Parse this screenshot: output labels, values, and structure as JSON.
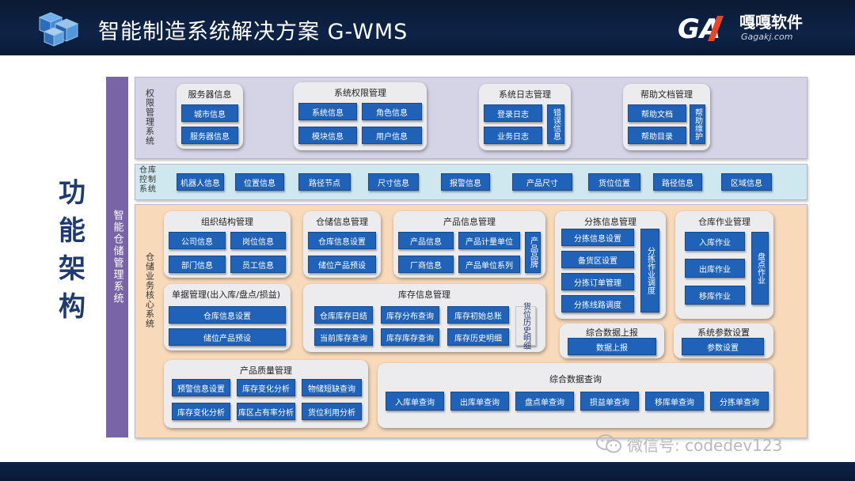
{
  "header": {
    "title": "智能制造系统解决方案 G-WMS",
    "logo_mark": "GA",
    "logo_name": "嘎嘎软件",
    "logo_url": "Gagakj.com"
  },
  "big_title": [
    "功",
    "能",
    "架",
    "构"
  ],
  "side_bar": "智能仓储管理系统",
  "auth": {
    "label": "权限管理系统",
    "server": {
      "title": "服务器信息",
      "items": [
        "城市信息",
        "服务器信息"
      ]
    },
    "perm": {
      "title": "系统权限管理",
      "items": [
        "系统信息",
        "角色信息",
        "模块信息",
        "用户信息"
      ]
    },
    "log": {
      "title": "系统日志管理",
      "items": [
        "登录日志",
        "业务日志"
      ],
      "side": "错误信息"
    },
    "help": {
      "title": "帮助文档管理",
      "items": [
        "帮助文档",
        "帮助目录"
      ],
      "side": "帮助维护"
    }
  },
  "ctrl": {
    "label": "仓库控制系统",
    "items": [
      "机器人信息",
      "位置信息",
      "路径节点",
      "尺寸信息",
      "报警信息",
      "产品尺寸",
      "货位位置",
      "路径信息",
      "区域信息"
    ]
  },
  "core": {
    "label": "仓储业务核心系统",
    "org": {
      "title": "组织结构管理",
      "items": [
        "公司信息",
        "岗位信息",
        "部门信息",
        "员工信息"
      ]
    },
    "wh": {
      "title": "仓储信息管理",
      "items": [
        "仓库信息设置",
        "储位产品预设"
      ]
    },
    "prod": {
      "title": "产品信息管理",
      "items": [
        "产品信息",
        "产品计量单位",
        "厂商信息",
        "产品单位系列"
      ],
      "side": "产品品牌"
    },
    "pick": {
      "title": "分拣信息管理",
      "items": [
        "分拣信息设置",
        "备货区设置",
        "分拣订单管理",
        "分拣线路调度"
      ],
      "side": "分拣作业调度"
    },
    "whop": {
      "title": "仓库作业管理",
      "items": [
        "入库作业",
        "出库作业",
        "移库作业"
      ],
      "side": "盘点作业"
    },
    "doc": {
      "title": "单据管理(出入库/盘点/损益)",
      "items": [
        "仓库信息设置",
        "储位产品预设"
      ]
    },
    "stock": {
      "title": "库存信息管理",
      "items": [
        "仓库库存日结",
        "库存分布查询",
        "库存初始总账",
        "当前库存查询",
        "库存库存查询",
        "库存历史明细"
      ],
      "side": "货位历史明细"
    },
    "report": {
      "title": "综合数据上报",
      "items": [
        "数据上报"
      ]
    },
    "sysparam": {
      "title": "系统参数设置",
      "items": [
        "参数设置"
      ]
    },
    "quality": {
      "title": "产品质量管理",
      "items": [
        "预警信息设置",
        "库存变化分析",
        "物储短缺查询",
        "库存变化分析",
        "库区占有率分析",
        "货位利用分析"
      ]
    },
    "query": {
      "title": "综合数据查询",
      "items": [
        "入库单查询",
        "出库单查询",
        "盘点单查询",
        "损益单查询",
        "移库单查询",
        "分拣单查询"
      ]
    }
  },
  "watermark": "微信号: codedev123",
  "colors": {
    "header_bg": "#0e2347",
    "button": "#1f62b8",
    "side_bar": "#7a64a8",
    "auth_band": "#d5d3e6",
    "ctrl_band": "#cfe7ef",
    "core_band": "#f8d9ba",
    "title_text": "#1f3a6e"
  }
}
